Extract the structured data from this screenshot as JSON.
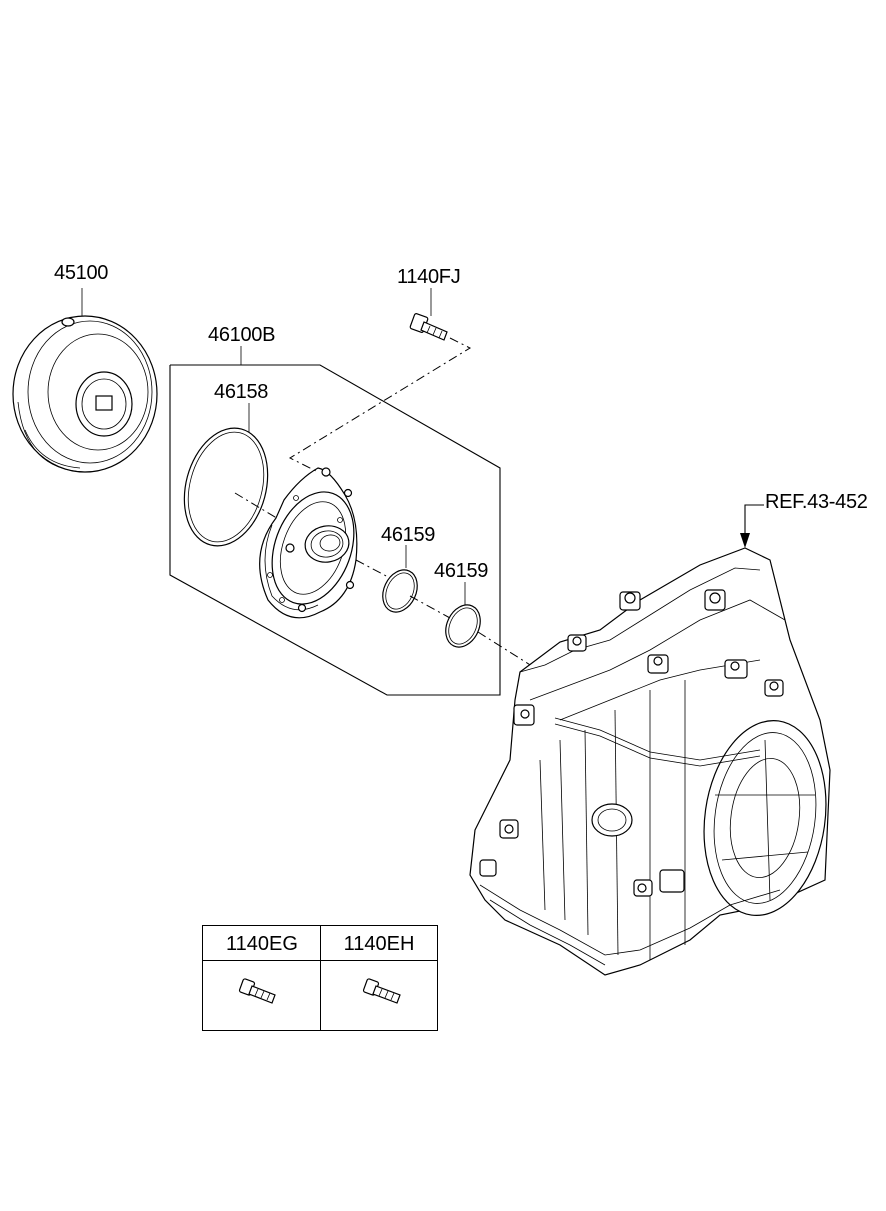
{
  "callouts": {
    "torque_converter": "45100",
    "oil_pump_assy": "46100B",
    "bolt_top": "1140FJ",
    "oring_large": "46158",
    "oring_small_1": "46159",
    "oring_small_2": "46159",
    "reference": "REF.43-452"
  },
  "bolt_table": {
    "col1": "1140EG",
    "col2": "1140EH"
  }
}
